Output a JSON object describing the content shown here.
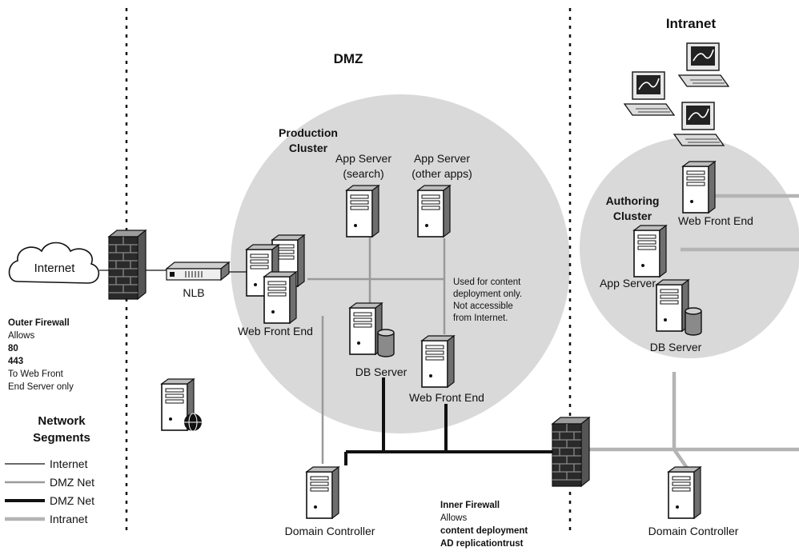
{
  "zones": {
    "dmz_title": "DMZ",
    "intranet_title": "Intranet"
  },
  "clusters": {
    "production": [
      "Production",
      "Cluster"
    ],
    "authoring": [
      "Authoring",
      "Cluster"
    ]
  },
  "nodes": {
    "internet": "Internet",
    "nlb": "NLB",
    "web_front_end_dmz_1": "Web Front End",
    "app_server_search": [
      "App Server",
      "(search)"
    ],
    "app_server_other": [
      "App Server",
      "(other apps)"
    ],
    "db_server_dmz": "DB Server",
    "web_front_end_dmz_2": "Web Front End",
    "domain_controller_dmz": "Domain Controller",
    "web_front_end_intranet": "Web Front End",
    "app_server_intranet": "App Server",
    "db_server_intranet": "DB Server",
    "domain_controller_intranet": "Domain Controller"
  },
  "notes": {
    "content_deployment": [
      "Used for content",
      "deployment only.",
      "Not accessible",
      "from Internet."
    ]
  },
  "outer_firewall": {
    "title": "Outer Firewall",
    "lines": [
      "Allows",
      "80",
      "443",
      "To Web Front",
      "End Server only"
    ]
  },
  "inner_firewall": {
    "title": "Inner Firewall",
    "lines": [
      "Allows",
      "content deployment",
      "AD replicationtrust"
    ]
  },
  "legend": {
    "title": [
      "Network",
      "Segments"
    ],
    "items": [
      {
        "label": "Internet",
        "color": "#111111",
        "style": "thin"
      },
      {
        "label": "DMZ Net",
        "color": "#9a9a9a",
        "style": "medium"
      },
      {
        "label": "DMZ Net",
        "color": "#111111",
        "style": "thick"
      },
      {
        "label": "Intranet",
        "color": "#b4b4b4",
        "style": "wide"
      }
    ]
  },
  "colors": {
    "cluster_fill": "#d9d9d9",
    "dmz_net": "#9a9a9a",
    "intranet_net": "#b4b4b4",
    "ink": "#111111"
  }
}
